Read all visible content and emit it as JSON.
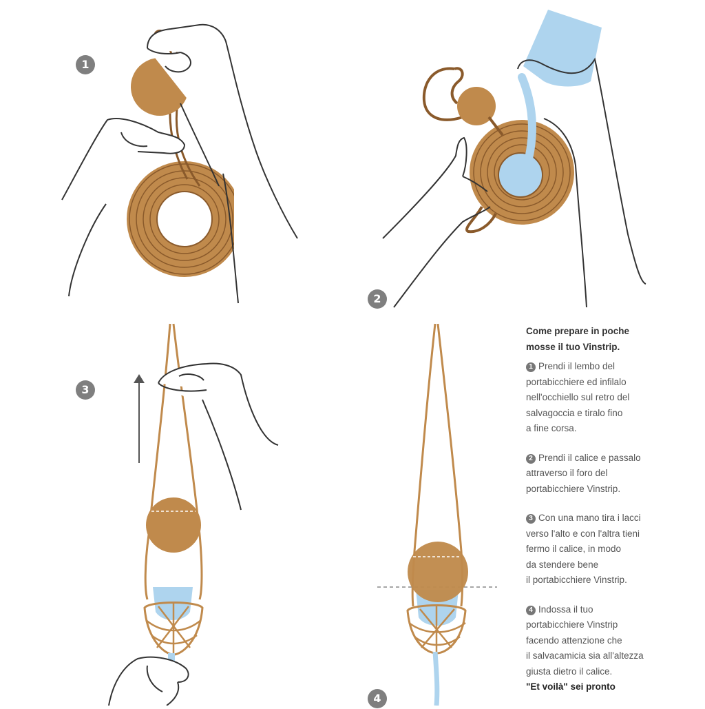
{
  "badges": {
    "step1": "1",
    "step2": "2",
    "step3": "3",
    "step4": "4"
  },
  "instructions": {
    "title": "Come prepare in poche\nmosse il tuo Vinstrip.",
    "step1_num": "1",
    "step1_text": "Prendi il lembo del\nportabicchiere ed infilalo\nnell'occhiello sul retro del\nsalvagoccia e tiralo fino\na fine corsa.",
    "step2_num": "2",
    "step2_text": "Prendi il calice e passalo\nattraverso il foro del\nportabicchiere Vinstrip.",
    "step3_num": "3",
    "step3_text": "Con una mano tira i lacci\nverso l'alto e con l'altra tieni\nfermo il calice, in modo\nda stendere bene\nil portabicchiere Vinstrip.",
    "step4_num": "4",
    "step4_text": "Indossa il tuo\nportabicchiere Vinstrip\nfacendo attenzione che\nil salvacamicia sia all'altezza\ngiusta dietro il calice.",
    "step4_bold": "\"Et voilà\" sei pronto"
  },
  "colors": {
    "leather": "#c08a4c",
    "leather_dark": "#8a5a2b",
    "wine_glass": "#aed4ee",
    "outline": "#333333",
    "badge": "#7f7f7f"
  }
}
